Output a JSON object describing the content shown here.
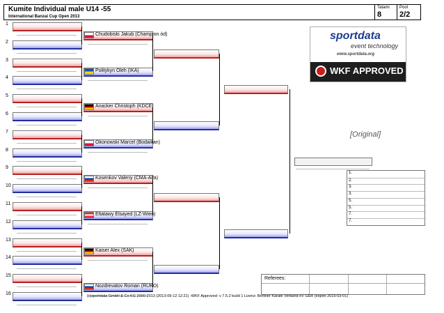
{
  "header": {
    "title": "Kumite Individual male U14 -55",
    "subtitle": "International Banzai Cup Open 2013",
    "tatami_label": "Tatami",
    "tatami_value": "8",
    "pool_label": "Pool",
    "pool_value": "2/2"
  },
  "positions": [
    "1",
    "2",
    "3",
    "4",
    "5",
    "6",
    "7",
    "8",
    "9",
    "10",
    "11",
    "12",
    "13",
    "14",
    "15",
    "16"
  ],
  "round2": [
    {
      "name": "Chudobiski Jakub (Champion ód)",
      "flag": "pl-flag-icon"
    },
    {
      "name": "Politykyn Oleh (IKA)",
      "flag": "ua-flag-icon"
    },
    {
      "name": "Anacker Christoph (KDCE)",
      "flag": "de-flag-icon"
    },
    {
      "name": "Okonowski Marcel (Bodaikan)",
      "flag": "pl-flag-icon"
    },
    {
      "name": "Kosenkov Valeriy (CMA-Alfa)",
      "flag": "ru-flag-icon"
    },
    {
      "name": "Eltatawy Elsayed (LZ-Wien)",
      "flag": "at-flag-icon"
    },
    {
      "name": "Kaiser Alex (SAK)",
      "flag": "de-flag-icon"
    },
    {
      "name": "Nozdrevatov Roman (RUKO)",
      "flag": "ru-flag-icon"
    }
  ],
  "logo": {
    "brand": "sportdata",
    "tagline": "event technology",
    "url": "www.sportdata.org",
    "badge": "WKF APPROVED"
  },
  "original_label": "[Original]",
  "placings": [
    "1.",
    "2.",
    "3.",
    "3.",
    "5.",
    "5.",
    "7.",
    "7."
  ],
  "referees_label": "Referees:",
  "footer": "(c)sportdata GmbH & Co KG 2000-2013 (2013-09-12 12:21) -WKF Approved- v 7.5.2 build 1 Lizenz: Berliner Karate Verband eV GER (expire 2015-03-01)",
  "colors": {
    "aka": "#b22222",
    "ao": "#1f2f9f"
  }
}
